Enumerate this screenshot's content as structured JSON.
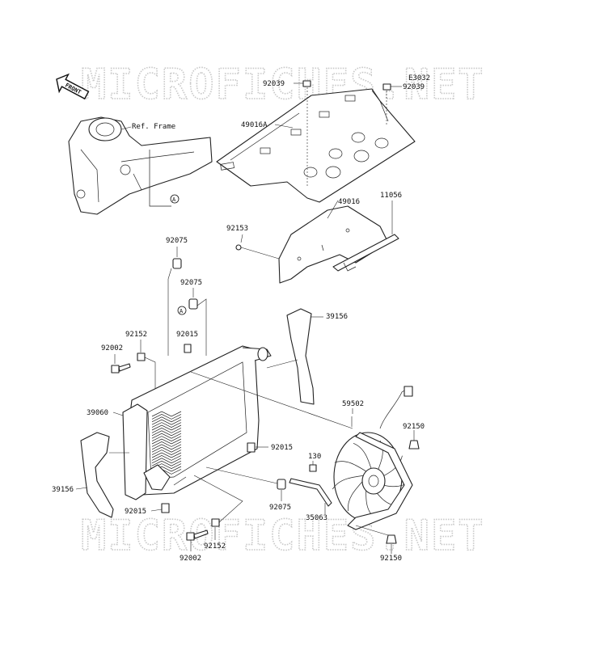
{
  "watermark": "MICROFICHES.NET",
  "diagram_code": "E3032",
  "front_arrow_label": "FRONT",
  "ref_frame_label": "Ref. Frame",
  "callout_letter": "A",
  "part_numbers": {
    "p92039_left": "92039",
    "p92039_right": "92039",
    "p49016A": "49016A",
    "p49016": "49016",
    "p11056": "11056",
    "p92153": "92153",
    "p92075_top": "92075",
    "p92075_mid": "92075",
    "p39156_right": "39156",
    "p92152_upper": "92152",
    "p92002_upper": "92002",
    "p92015_upper": "92015",
    "p59502": "59502",
    "p39060": "39060",
    "p92150_upper": "92150",
    "p92015_mid": "92015",
    "p130": "130",
    "p39156_left": "39156",
    "p92075_low": "92075",
    "p92015_low": "92015",
    "p35063": "35063",
    "p92152_low": "92152",
    "p92002_low": "92002",
    "p92150_low": "92150"
  }
}
